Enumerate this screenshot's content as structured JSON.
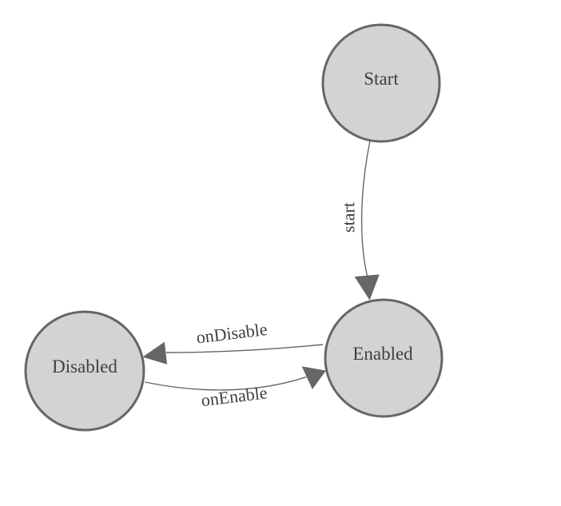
{
  "diagram": {
    "kind": "state-machine",
    "nodes": [
      {
        "id": "start",
        "label": "Start"
      },
      {
        "id": "enabled",
        "label": "Enabled"
      },
      {
        "id": "disabled",
        "label": "Disabled"
      }
    ],
    "edges": [
      {
        "from": "start",
        "to": "enabled",
        "label": "start"
      },
      {
        "from": "enabled",
        "to": "disabled",
        "label": "onDisable"
      },
      {
        "from": "disabled",
        "to": "enabled",
        "label": "onEnable"
      }
    ],
    "colors": {
      "background": "#ffffff",
      "node_fill": "#d3d3d3",
      "node_stroke": "#666666",
      "edge_stroke": "#666666",
      "arrow_fill": "#666666",
      "label_text": "#3f3f3f"
    }
  }
}
